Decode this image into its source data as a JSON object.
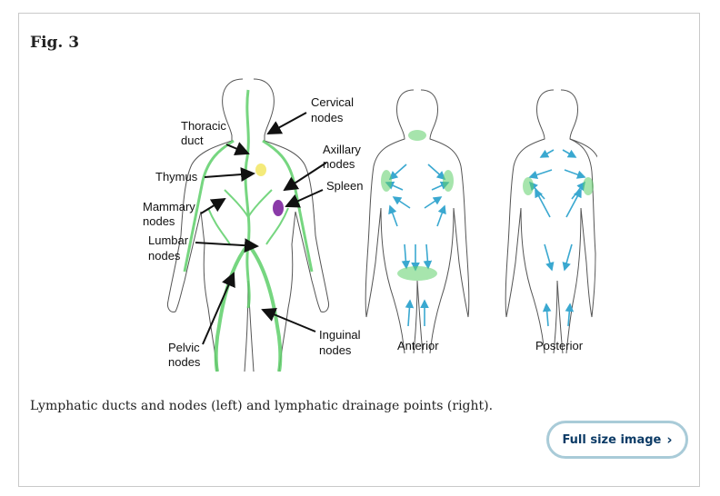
{
  "figure": {
    "label": "Fig. 3",
    "caption": "Lymphatic ducts and nodes (left) and lymphatic drainage points (right).",
    "full_size_label": "Full size image",
    "annotations": {
      "cervical": [
        "Cervical",
        "nodes"
      ],
      "thoracic": [
        "Thoracic",
        "duct"
      ],
      "axillary": [
        "Axillary",
        "nodes"
      ],
      "thymus": "Thymus",
      "spleen": "Spleen",
      "mammary": [
        "Mammary",
        "nodes"
      ],
      "lumbar": [
        "Lumbar",
        "nodes"
      ],
      "pelvic": [
        "Pelvic",
        "nodes"
      ],
      "inguinal": [
        "Inguinal",
        "nodes"
      ],
      "anterior": "Anterior",
      "posterior": "Posterior"
    },
    "colors": {
      "lymph_green": "#5fcf6a",
      "drainage_blue": "#3aa8d0",
      "spleen_purple": "#8a3aa8",
      "thymus_yellow": "#f4ea7a",
      "button_border": "#a9cbd8",
      "button_text": "#0c3b66"
    }
  }
}
